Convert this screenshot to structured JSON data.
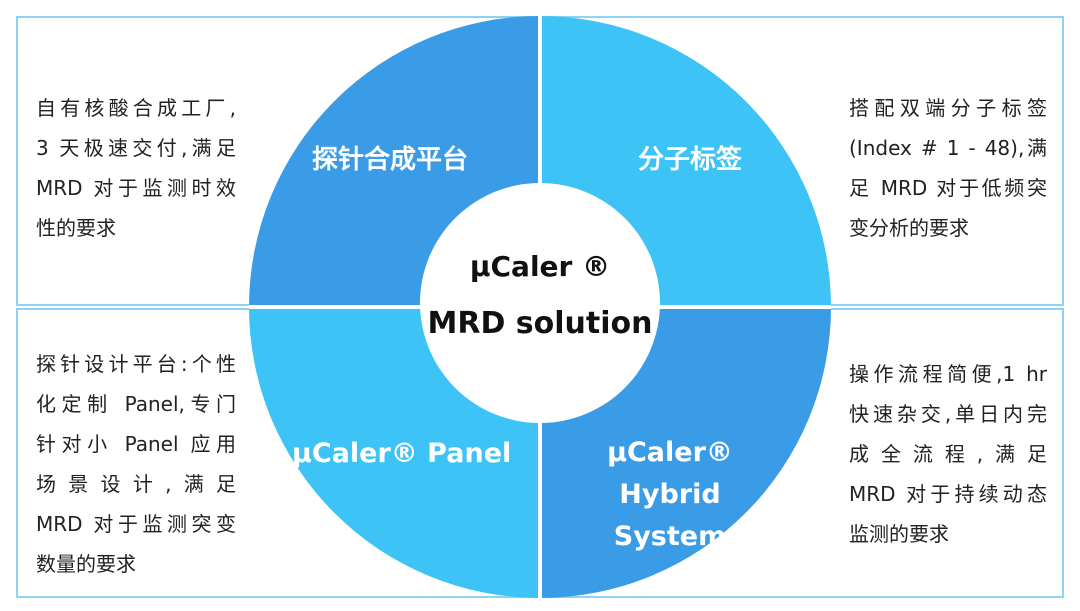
{
  "colors": {
    "quadrant_top_left": "#3a9be6",
    "quadrant_top_right": "#3ec3f7",
    "quadrant_bottom_left": "#3ec3f7",
    "quadrant_bottom_right": "#3a9be6",
    "box_border": "#8fd3f4",
    "center": "#ffffff"
  },
  "center": {
    "line1": "μCaler ®",
    "line2": "MRD solution"
  },
  "quadrants": {
    "top_left": {
      "title": "探针合成平台",
      "description": [
        "自有核酸合成工厂,",
        "3 天极速交付,满足",
        "MRD 对于监测时效",
        "性的要求"
      ]
    },
    "top_right": {
      "title": "分子标签",
      "description": [
        "搭配双端分子标签",
        "(Index # 1 - 48),满",
        "足 MRD 对于低频突",
        "变分析的要求"
      ]
    },
    "bottom_left": {
      "title": "μCaler® Panel",
      "description": [
        "探针设计平台:个性",
        "化定制 Panel,专门",
        "针对小 Panel 应用",
        "场景设计,满足",
        "MRD 对于监测突变",
        "数量的要求"
      ]
    },
    "bottom_right": {
      "title_line1": "μCaler® Hybrid",
      "title_line2": "System",
      "description": [
        "操作流程简便,1 hr",
        "快速杂交,单日内完",
        "成全流程,满足",
        "MRD 对于持续动态",
        "监测的要求"
      ]
    }
  }
}
